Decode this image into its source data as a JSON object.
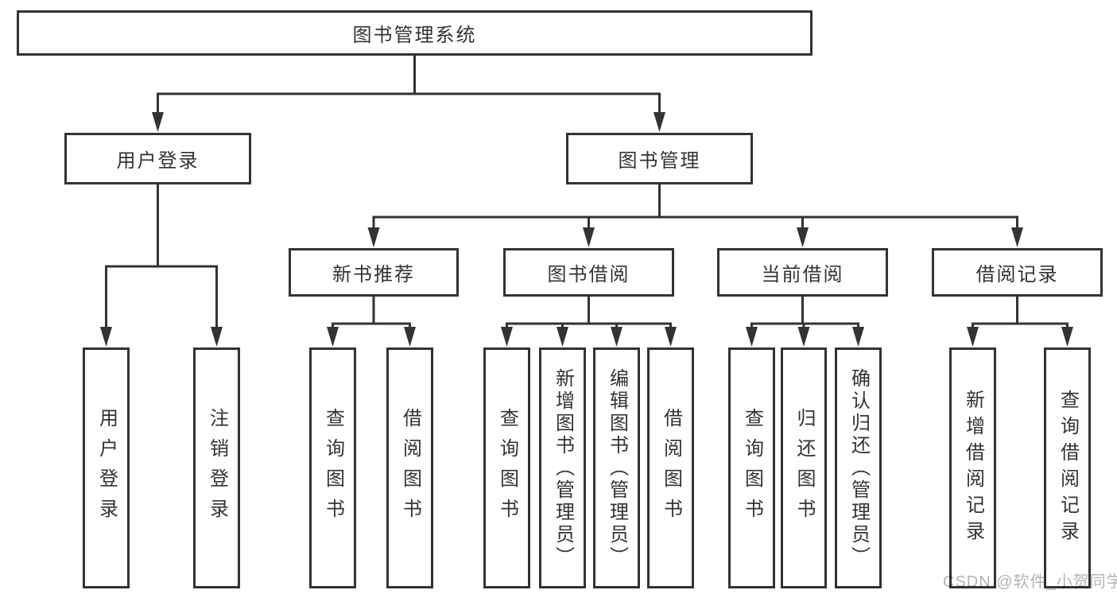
{
  "diagram": {
    "type": "function-tree",
    "colors": {
      "line": "#333333",
      "text": "#333333",
      "box_background": "#ffffff",
      "page_background": "#ffffff",
      "watermark": "#b4b4b4"
    },
    "watermark": {
      "text": "CSDN @软件_小贺同学"
    },
    "tree": {
      "id": "root",
      "label": "图书管理系统",
      "children": [
        {
          "id": "user-login",
          "label": "用户登录",
          "children": [
            {
              "id": "leaf-user-login",
              "label": "用户登录"
            },
            {
              "id": "leaf-logout",
              "label": "注销登录"
            }
          ]
        },
        {
          "id": "book-management",
          "label": "图书管理",
          "children": [
            {
              "id": "new-book-recommend",
              "label": "新书推荐",
              "children": [
                {
                  "id": "leaf-nbr-query-books",
                  "label": "查询图书"
                },
                {
                  "id": "leaf-nbr-borrow-books",
                  "label": "借阅图书"
                }
              ]
            },
            {
              "id": "book-borrowing",
              "label": "图书借阅",
              "children": [
                {
                  "id": "leaf-bb-query-books",
                  "label": "查询图书"
                },
                {
                  "id": "leaf-bb-add-books",
                  "label": "新增图书（管理员）"
                },
                {
                  "id": "leaf-bb-edit-books",
                  "label": "编辑图书（管理员）"
                },
                {
                  "id": "leaf-bb-borrow-books",
                  "label": "借阅图书"
                }
              ]
            },
            {
              "id": "current-borrowing",
              "label": "当前借阅",
              "children": [
                {
                  "id": "leaf-cb-query-books",
                  "label": "查询图书"
                },
                {
                  "id": "leaf-cb-return-books",
                  "label": "归还图书"
                },
                {
                  "id": "leaf-cb-confirm-return",
                  "label": "确认归还（管理员）"
                }
              ]
            },
            {
              "id": "borrowing-records",
              "label": "借阅记录",
              "children": [
                {
                  "id": "leaf-br-add-record",
                  "label": "新增借阅记录"
                },
                {
                  "id": "leaf-br-query-record",
                  "label": "查询借阅记录"
                }
              ]
            }
          ]
        }
      ]
    }
  }
}
